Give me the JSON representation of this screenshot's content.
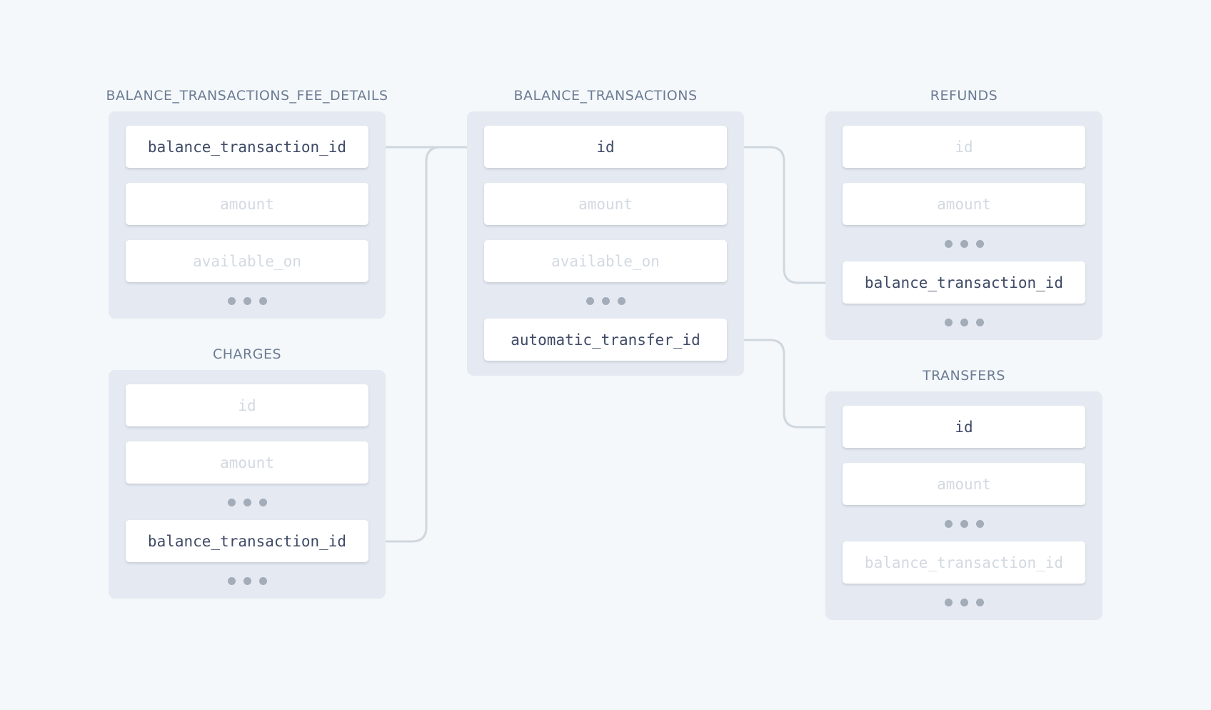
{
  "colors": {
    "background": "#f5f8fb",
    "panel": "#e5e9f1",
    "field": "#ffffff",
    "active_text": "#3e4a66",
    "dim_text": "#d3d9e2",
    "title_text": "#6b7c93",
    "connector": "#cfd7df",
    "connector_highlight": "#8b95a2",
    "dot": "#a3acb9"
  },
  "tables": {
    "fee_details": {
      "title": "BALANCE_TRANSACTIONS_FEE_DETAILS",
      "fields": [
        "balance_transaction_id",
        "amount",
        "available_on"
      ]
    },
    "charges": {
      "title": "CHARGES",
      "fields": [
        "id",
        "amount",
        "balance_transaction_id"
      ]
    },
    "balance_transactions": {
      "title": "BALANCE_TRANSACTIONS",
      "fields": [
        "id",
        "amount",
        "available_on",
        "automatic_transfer_id"
      ]
    },
    "refunds": {
      "title": "REFUNDS",
      "fields": [
        "id",
        "amount",
        "balance_transaction_id"
      ]
    },
    "transfers": {
      "title": "TRANSFERS",
      "fields": [
        "id",
        "amount",
        "balance_transaction_id"
      ]
    }
  },
  "relationships": [
    {
      "from": "BALANCE_TRANSACTIONS_FEE_DETAILS.balance_transaction_id",
      "to": "BALANCE_TRANSACTIONS.id"
    },
    {
      "from": "CHARGES.balance_transaction_id",
      "to": "BALANCE_TRANSACTIONS.id"
    },
    {
      "from": "REFUNDS.balance_transaction_id",
      "to": "BALANCE_TRANSACTIONS.id"
    },
    {
      "from": "BALANCE_TRANSACTIONS.automatic_transfer_id",
      "to": "TRANSFERS.id"
    }
  ]
}
